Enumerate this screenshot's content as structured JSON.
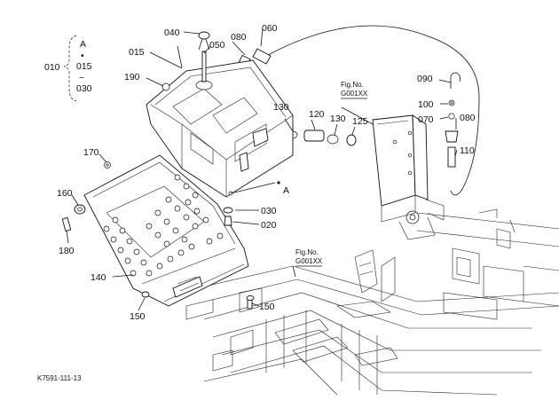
{
  "assembly_group": {
    "top": "A",
    "dot": "•",
    "from": "015",
    "tilde": "~",
    "to": "030",
    "code": "010"
  },
  "callouts": {
    "p015": "015",
    "p040": "040",
    "p050": "050",
    "p080a": "080",
    "p060": "060",
    "p190": "190",
    "p130a": "130",
    "p120": "120",
    "p130b": "130",
    "p125": "125",
    "p090": "090",
    "p100": "100",
    "p070": "070",
    "p080b": "080",
    "p110": "110",
    "p170": "170",
    "p160": "160",
    "p180": "180",
    "p030": "030",
    "p020": "020",
    "p140": "140",
    "p150a": "150",
    "p150b": "150",
    "marker_a": "A"
  },
  "fig_refs": [
    {
      "label": "Fig.No.",
      "code": "G001XX"
    },
    {
      "label": "Fig.No.",
      "code": "G001XX"
    }
  ],
  "drawing_code": "K7591-111-13"
}
